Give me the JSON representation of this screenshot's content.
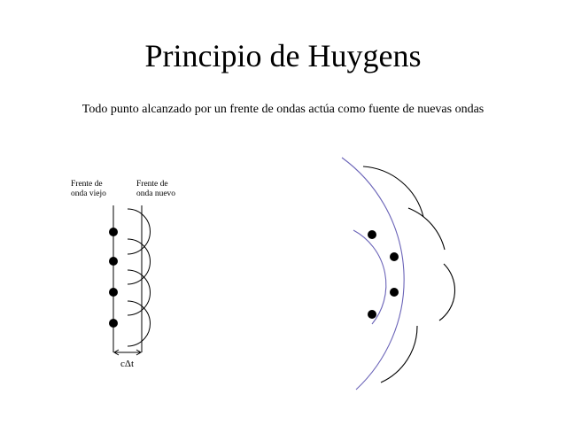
{
  "title": "Principio de Huygens",
  "subtitle": "Todo punto alcanzado por un frente de ondas actúa como fuente de nuevas ondas",
  "plane_diagram": {
    "old_front_label": [
      "Frente de",
      "onda viejo"
    ],
    "new_front_label": [
      "Frente de",
      "onda nuevo"
    ],
    "displacement_label": "cΔt",
    "source_count": 4
  },
  "spherical_diagram": {
    "source_count": 4,
    "front_color": "#6b64b8"
  },
  "colors": {
    "ink": "#000000",
    "front": "#6b64b8"
  }
}
